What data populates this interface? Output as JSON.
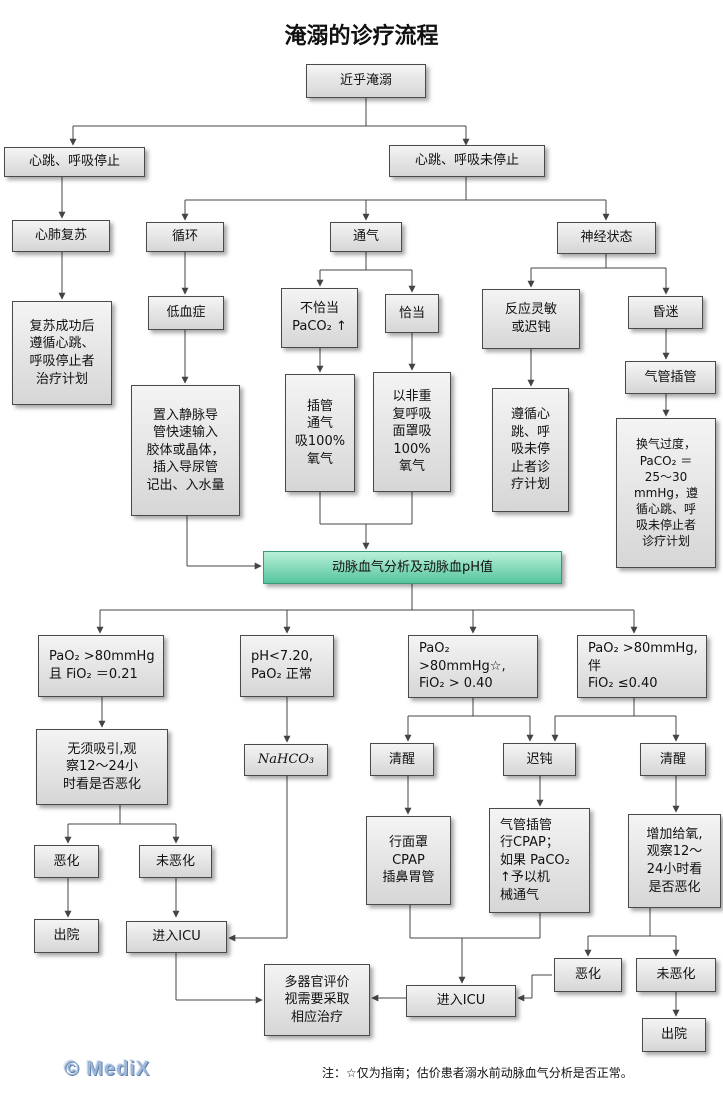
{
  "title": "淹溺的诊疗流程",
  "logo": "© MediX",
  "note": "注：☆仅为指南；估价患者溺水前动脉血气分析是否正常。",
  "nodes": {
    "start": "近乎淹溺",
    "arrest": "心跳、呼吸停止",
    "no_arrest": "心跳、呼吸未停止",
    "cpr": "心肺复苏",
    "cpr_result": "复苏成功后\n遵循心跳、\n呼吸停止者\n治疗计划",
    "circulation": "循环",
    "ventilation": "通气",
    "neuro": "神经状态",
    "hypovolemia": "低血症",
    "hypovolemia_tx": "置入静脉导\n管快速输入\n胶体或晶体，\n插入导尿管\n记出、入水量",
    "vent_inadequate": "不恰当\nPaCO₂ ↑",
    "vent_adequate": "恰当",
    "vent_inadequate_tx": "插管\n通气\n吸100%\n氧气",
    "vent_adequate_tx": "以非重\n复呼吸\n面罩吸\n100%\n氧气",
    "responsive": "反应灵敏\n或迟钝",
    "responsive_tx": "遵循心\n跳、呼\n吸未停\n止者诊\n疗计划",
    "coma": "昏迷",
    "intubation": "气管插管",
    "hyperventilation": "换气过度，\nPaCO₂ ＝\n25～30\nmmHg，遵\n循心跳、呼\n吸未停止者\n诊疗计划",
    "abg": "动脉血气分析及动脉血pH值",
    "b1": "PaO₂ >80mmHg\n且 FiO₂ ＝0.21",
    "b2": "pH<7.20,\nPaO₂ 正常",
    "b3": "PaO₂ >80mmHg☆,\nFiO₂ > 0.40",
    "b4": "PaO₂ >80mmHg,伴\nFiO₂ ≤0.40",
    "b1_obs": "无须吸引,观\n察12～24小\n时看是否恶化",
    "b1_worse": "恶化",
    "b1_notworse": "未恶化",
    "b1_discharge": "出院",
    "icu_left": "进入ICU",
    "nahco3": "NaHCO₃",
    "awake1": "清醒",
    "slow": "迟钝",
    "awake2": "清醒",
    "awake1_tx": "行面罩\nCPAP\n插鼻胃管",
    "slow_tx": "气管插管\n行CPAP；\n如果 PaCO₂\n↑予以机\n械通气",
    "awake2_tx": "增加给氧,\n观察12～\n24小时看\n是否恶化",
    "mof": "多器官评价\n视需要采取\n相应治疗",
    "icu_mid": "进入ICU",
    "r_worse": "恶化",
    "r_notworse": "未恶化",
    "r_discharge": "出院"
  }
}
